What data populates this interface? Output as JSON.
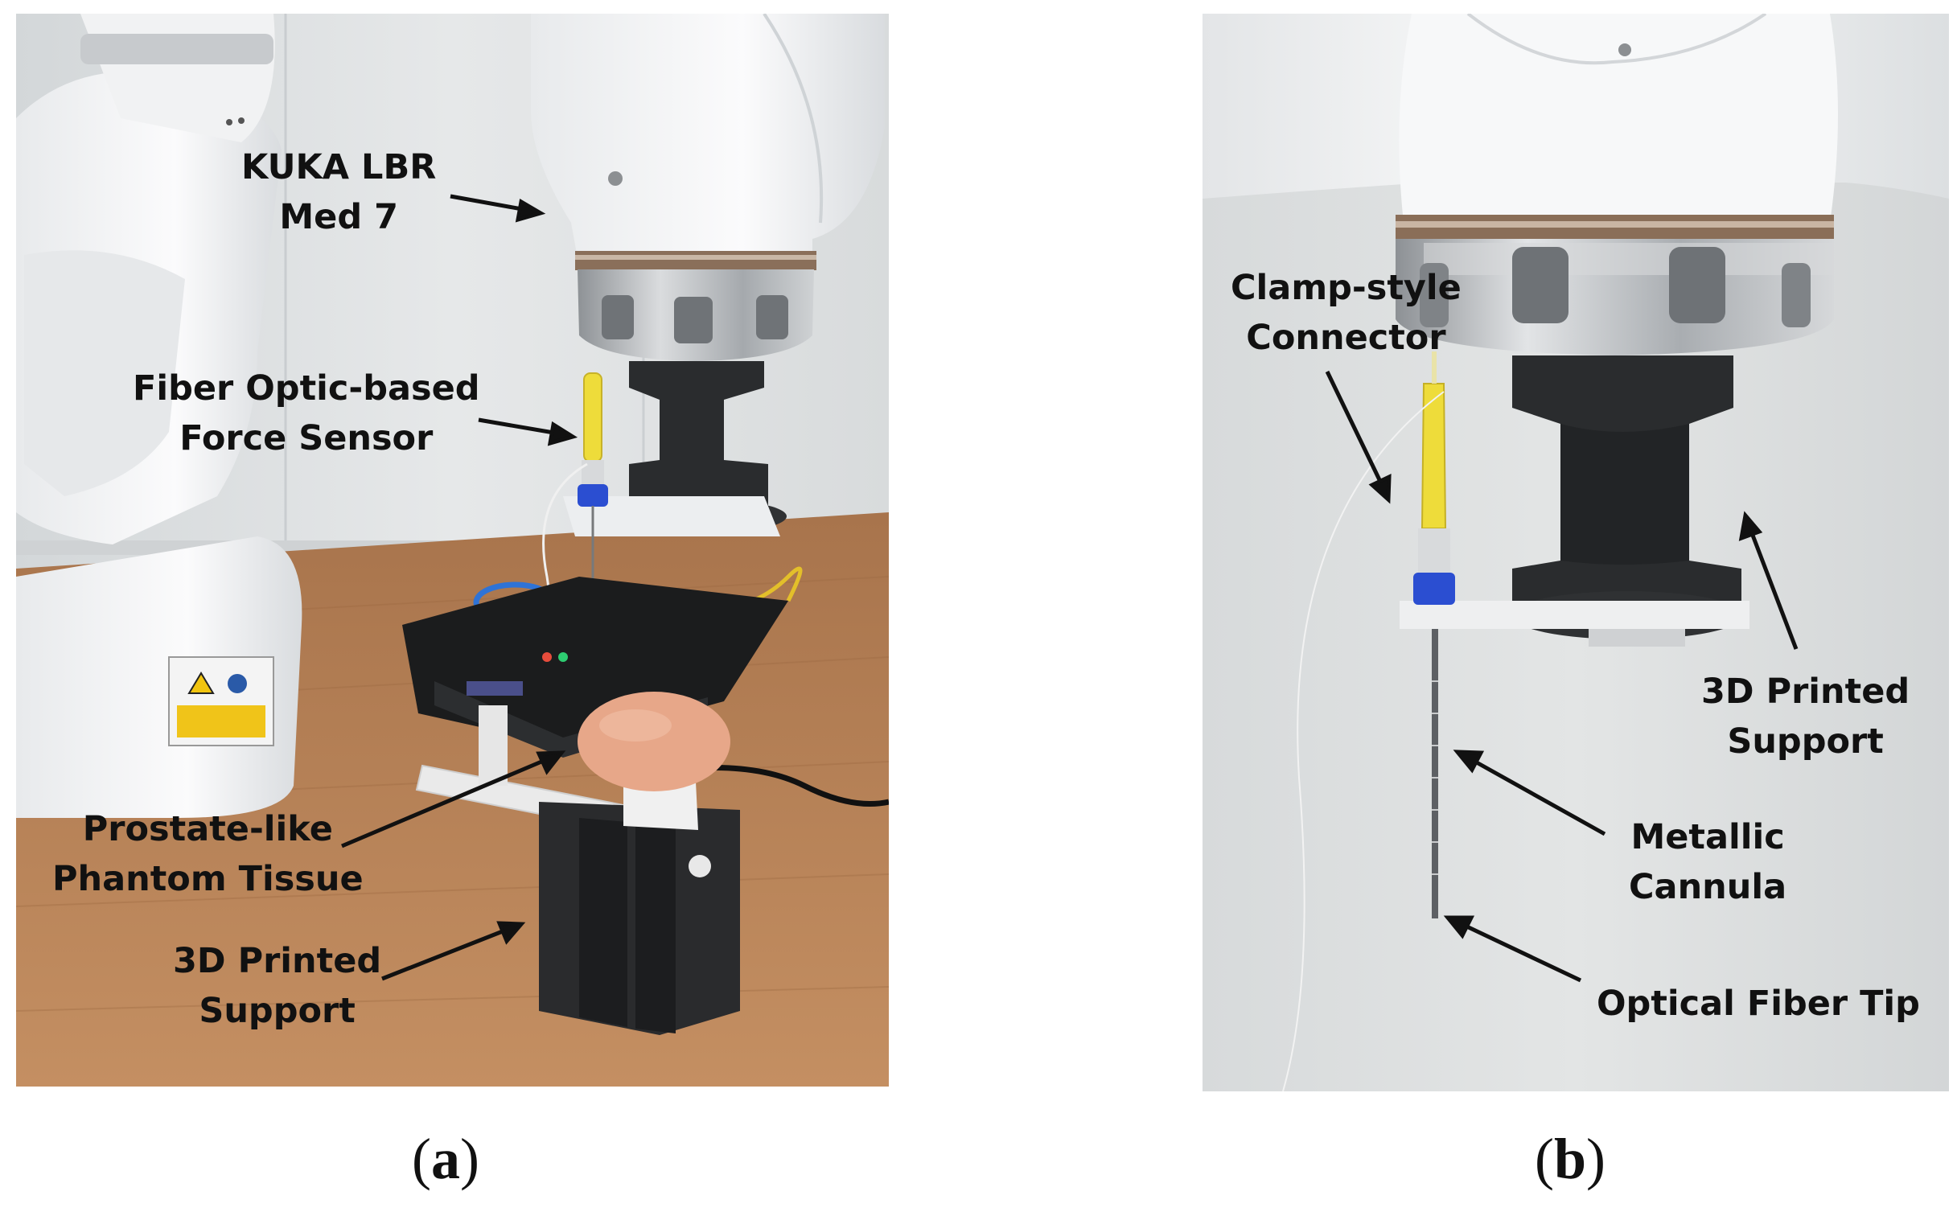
{
  "panel_a": {
    "labels": {
      "robot": [
        "KUKA LBR",
        "Med 7"
      ],
      "sensor": [
        "Fiber Optic-based",
        "Force Sensor"
      ],
      "phantom": [
        "Prostate-like",
        "Phantom Tissue"
      ],
      "support": [
        "3D Printed",
        "Support"
      ]
    },
    "caption": {
      "open": "(",
      "letter": "a",
      "close": ")"
    }
  },
  "panel_b": {
    "labels": {
      "connector": [
        "Clamp-style",
        "Connector"
      ],
      "support": [
        "3D Printed",
        "Support"
      ],
      "cannula": [
        "Metallic",
        "Cannula"
      ],
      "tip": [
        "Optical Fiber Tip"
      ]
    },
    "caption": {
      "open": "(",
      "letter": "b",
      "close": ")"
    }
  },
  "colors": {
    "robot_white": "#f4f5f6",
    "wall": "#dfe2e3",
    "desk_wood": "#b78357",
    "support_black": "#252729",
    "aluminum": "#b9bcbf",
    "syringe_yellow": "#eedc3a",
    "connector_blue": "#2b4ed1",
    "phantom_skin": "#e7a789",
    "fiber_yellow": "#e3bf2a",
    "fiber_blue": "#2f73d6"
  }
}
